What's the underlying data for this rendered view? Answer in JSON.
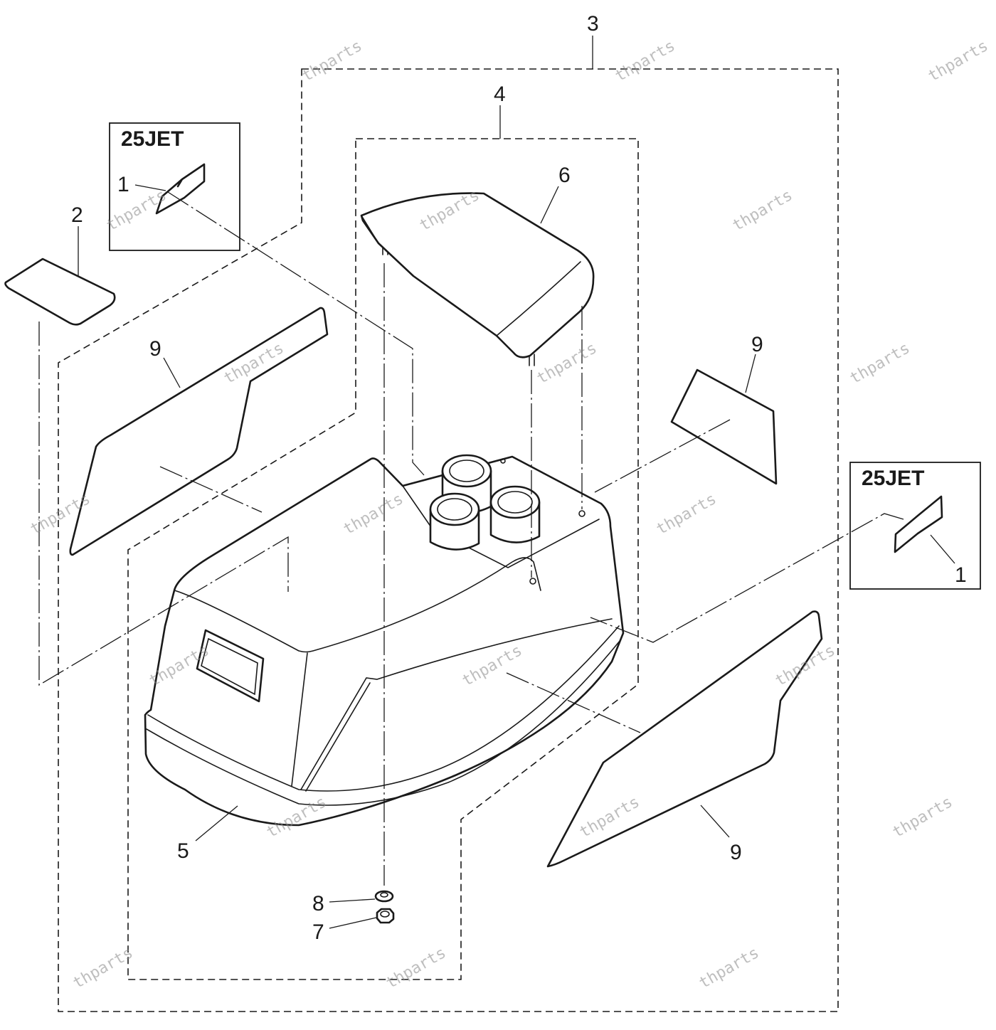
{
  "callouts": {
    "c1a": "1",
    "c1b": "1",
    "c2": "2",
    "c3": "3",
    "c4": "4",
    "c5": "5",
    "c6": "6",
    "c7": "7",
    "c8": "8",
    "c9a": "9",
    "c9b": "9",
    "c9c": "9"
  },
  "model_labels": {
    "left": "25JET",
    "right": "25JET"
  },
  "watermark": "thparts",
  "colors": {
    "line": "#1a1a1a",
    "watermark": "#8a8a8a",
    "background": "#ffffff"
  }
}
